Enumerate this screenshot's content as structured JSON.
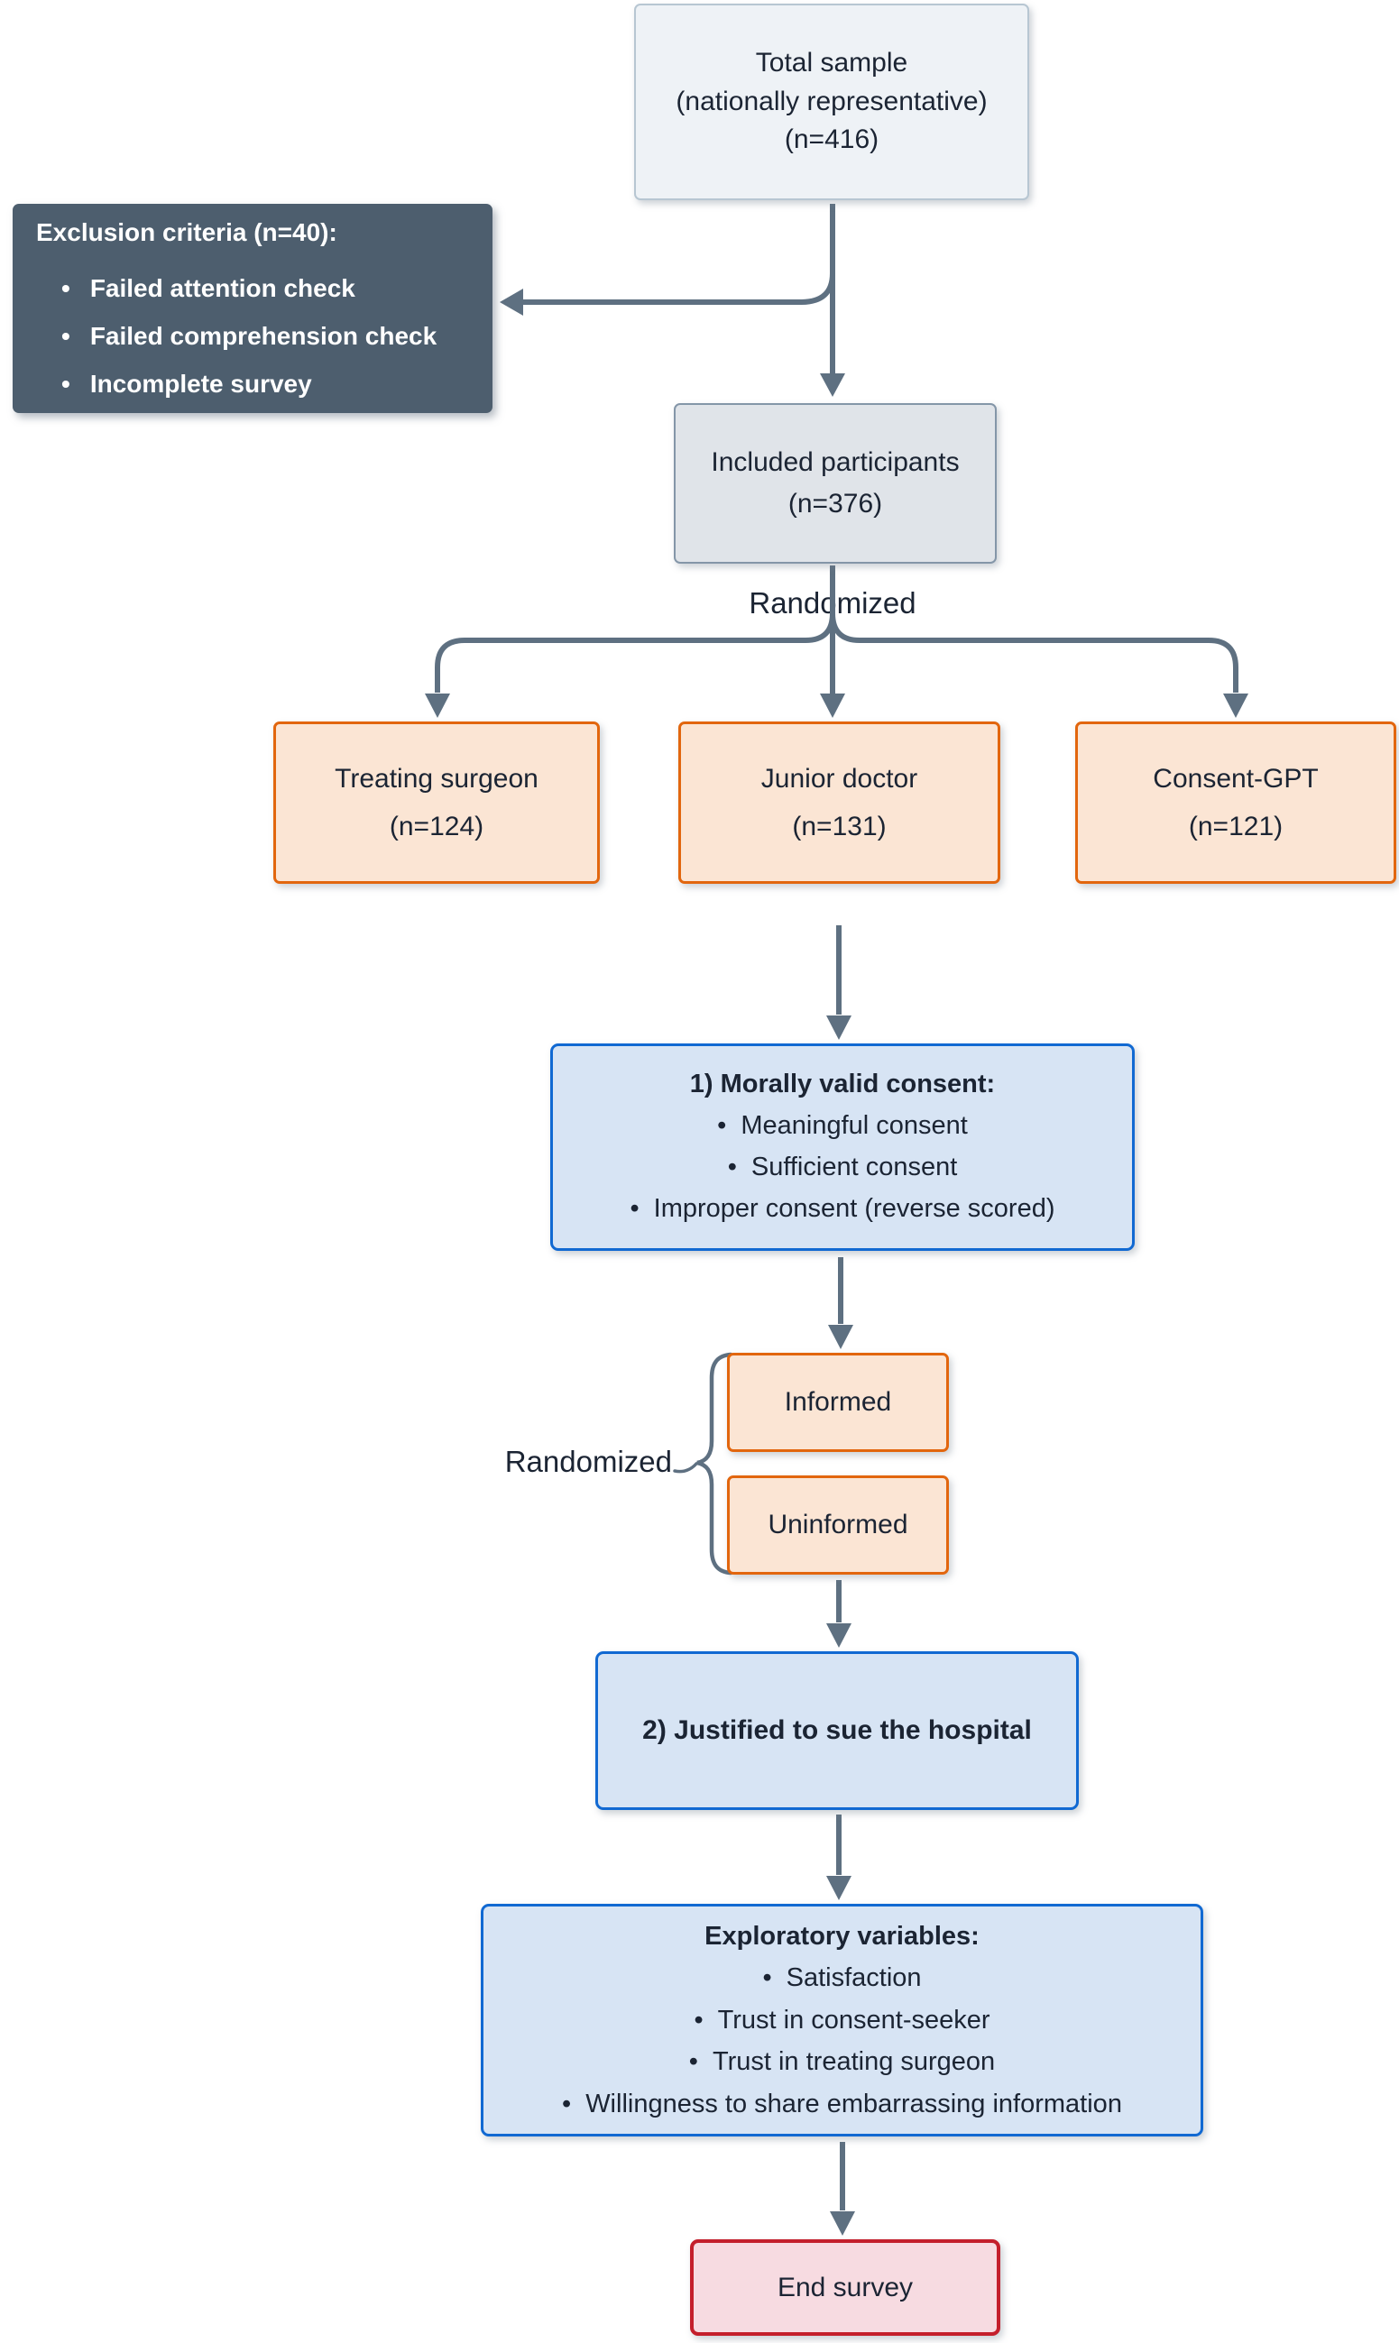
{
  "flow": {
    "total_sample": {
      "lines": [
        "Total sample",
        "(nationally representative)",
        "(n=416)"
      ]
    },
    "exclusion": {
      "title": "Exclusion criteria (n=40):",
      "items": [
        "Failed attention check",
        "Failed comprehension check",
        "Incomplete survey"
      ]
    },
    "included": {
      "lines": [
        "Included participants",
        "(n=376)"
      ]
    },
    "randomized_top": {
      "label": "Randomized"
    },
    "arms": [
      {
        "lines": [
          "Treating surgeon",
          "(n=124)"
        ]
      },
      {
        "lines": [
          "Junior doctor",
          "(n=131)"
        ]
      },
      {
        "lines": [
          "Consent-GPT",
          "(n=121)"
        ]
      }
    ],
    "morally_valid": {
      "title": "1) Morally valid consent:",
      "items": [
        "Meaningful consent",
        "Sufficient consent",
        "Improper consent (reverse scored)"
      ]
    },
    "randomized_mid": {
      "label": "Randomized"
    },
    "information_arms": {
      "informed": "Informed",
      "uninformed": "Uninformed"
    },
    "justified": {
      "title": "2) Justified to sue the hospital"
    },
    "exploratory": {
      "title": "Exploratory variables:",
      "items": [
        "Satisfaction",
        "Trust in consent-seeker",
        "Trust in treating surgeon",
        "Willingness to share embarrassing information"
      ]
    },
    "end_survey": {
      "label": "End survey"
    }
  },
  "colors": {
    "connector": "#5e7081",
    "arm_border": "#e2660e",
    "arm_fill": "#fbe5d4",
    "blue_border": "#1169d2",
    "blue_fill": "#d7e4f4",
    "end_border": "#c41f2c",
    "end_fill": "#f7dbe1",
    "exclusion_fill": "#4d5e6e",
    "neutral_fill": "#e0e4e9",
    "neutral_border": "#8496a8",
    "top_fill": "#eef2f6",
    "top_border": "#b7c6d2",
    "text": "#1b2433"
  }
}
